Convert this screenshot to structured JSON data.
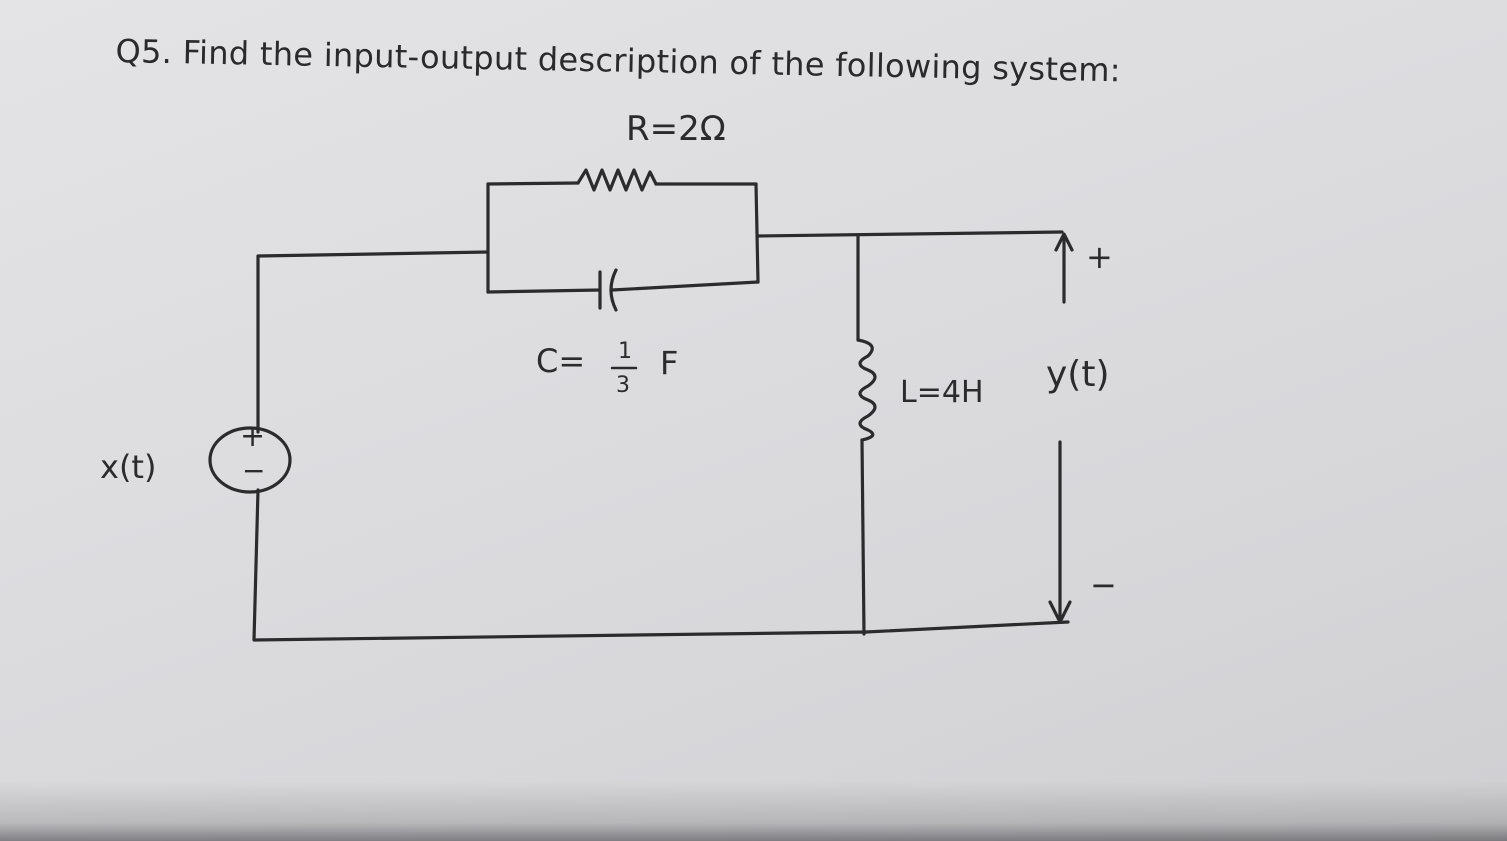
{
  "question": {
    "number": "Q5.",
    "text": "Find the input-output description of the following system:"
  },
  "circuit": {
    "resistor_label": "R=2Ω",
    "capacitor_label": "C=",
    "capacitor_fraction_numerator": "1",
    "capacitor_fraction_denominator": "3",
    "capacitor_unit": "F",
    "inductor_label": "L=4H",
    "input_label": "x(t)",
    "output_label": "y(t)",
    "source_plus": "+",
    "source_minus": "−",
    "output_plus": "+",
    "output_minus": "−"
  },
  "colors": {
    "ink": "#2b2b2e",
    "paper": "#dcdcdf"
  }
}
